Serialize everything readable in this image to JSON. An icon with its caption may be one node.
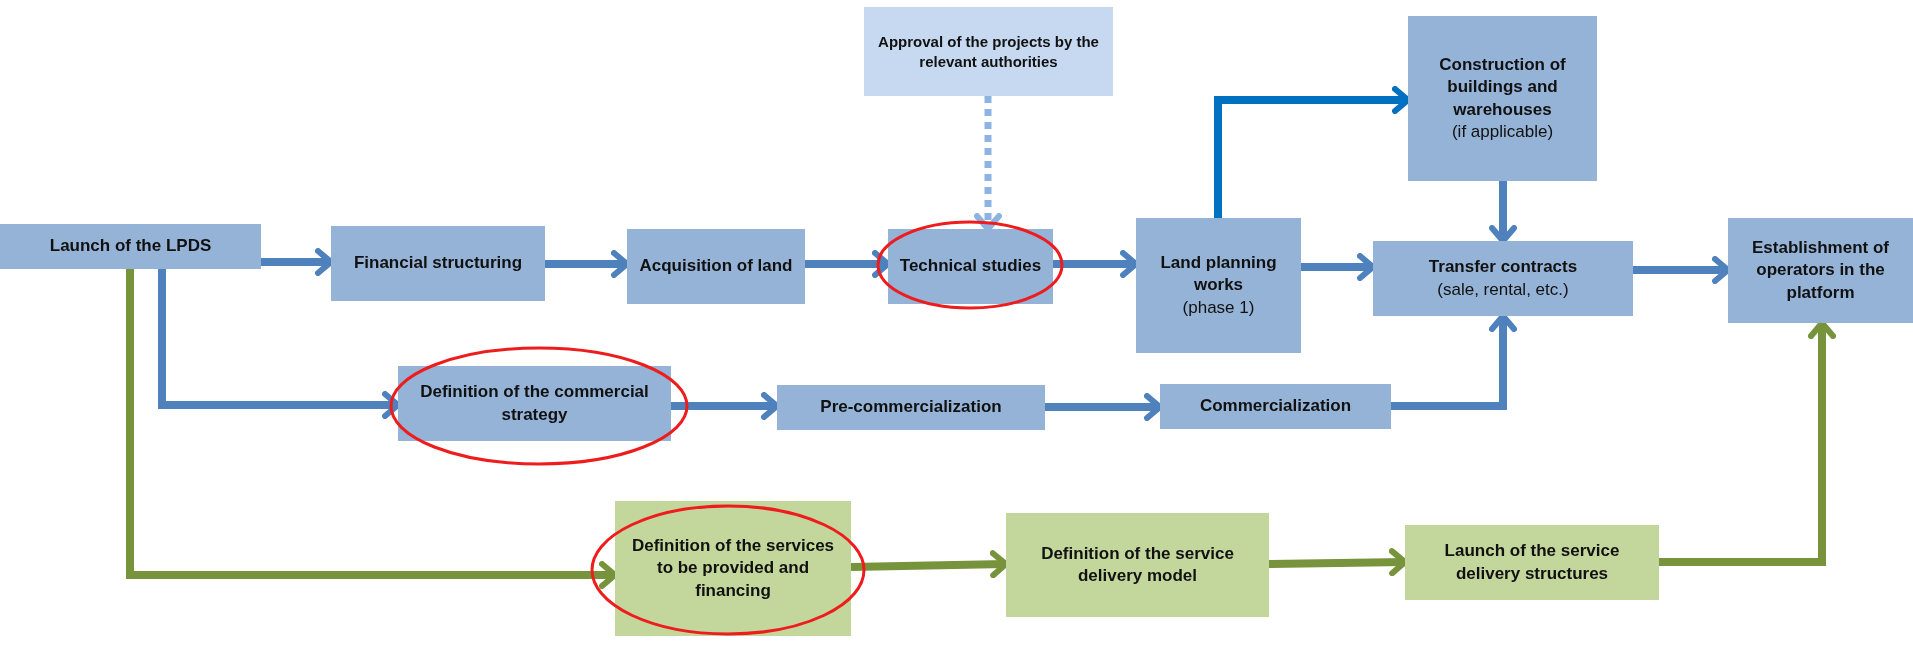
{
  "diagram": {
    "nodes": [
      {
        "text": [
          "Launch of the LPDS"
        ]
      },
      {
        "text": [
          "Financial structuring"
        ]
      },
      {
        "text": [
          "Acquisition of land"
        ]
      },
      {
        "text": [
          "Technical studies"
        ]
      },
      {
        "text": [
          "Approval of the projects by the relevant authorities"
        ]
      },
      {
        "text": [
          "Land planning works",
          "(phase 1)"
        ]
      },
      {
        "text": [
          "Construction of buildings and warehouses",
          "(if applicable)"
        ]
      },
      {
        "text": [
          "Transfer contracts",
          "(sale, rental, etc.)"
        ]
      },
      {
        "text": [
          "Establishment of operators in the platform"
        ]
      },
      {
        "text": [
          "Definition of the commercial strategy"
        ]
      },
      {
        "text": [
          "Pre-commercialization"
        ]
      },
      {
        "text": [
          "Commercialization"
        ]
      },
      {
        "text": [
          "Definition of the services to be provided and financing"
        ]
      },
      {
        "text": [
          "Definition of the service delivery model"
        ]
      },
      {
        "text": [
          "Launch of the service delivery structures"
        ]
      }
    ],
    "edges": [
      {
        "from": 0,
        "to": 1,
        "arrow": "to"
      },
      {
        "from": 1,
        "to": 2,
        "arrow": "to"
      },
      {
        "from": 2,
        "to": 3,
        "arrow": "to"
      },
      {
        "from": 4,
        "to": 3,
        "arrow": "to",
        "style": "dashed",
        "color": "#8db3e2"
      },
      {
        "from": 3,
        "to": 5,
        "arrow": "to"
      },
      {
        "from": 5,
        "to": 6,
        "arrow": "to",
        "color": "#0070c0"
      },
      {
        "from": 5,
        "to": 7,
        "arrow": "to"
      },
      {
        "from": 6,
        "to": 7,
        "arrow": "to"
      },
      {
        "from": 7,
        "to": 8,
        "arrow": "to"
      },
      {
        "from": 0,
        "to": 9,
        "arrow": "to"
      },
      {
        "from": 9,
        "to": 10,
        "arrow": "to"
      },
      {
        "from": 10,
        "to": 11,
        "arrow": "to"
      },
      {
        "from": 11,
        "to": 7,
        "arrow": "to"
      },
      {
        "from": 0,
        "to": 12,
        "arrow": "to",
        "color": "#77933c"
      },
      {
        "from": 12,
        "to": 13,
        "arrow": "to",
        "color": "#77933c"
      },
      {
        "from": 13,
        "to": 14,
        "arrow": "to",
        "color": "#77933c"
      },
      {
        "from": 14,
        "to": 8,
        "arrow": "to",
        "color": "#77933c"
      }
    ]
  }
}
